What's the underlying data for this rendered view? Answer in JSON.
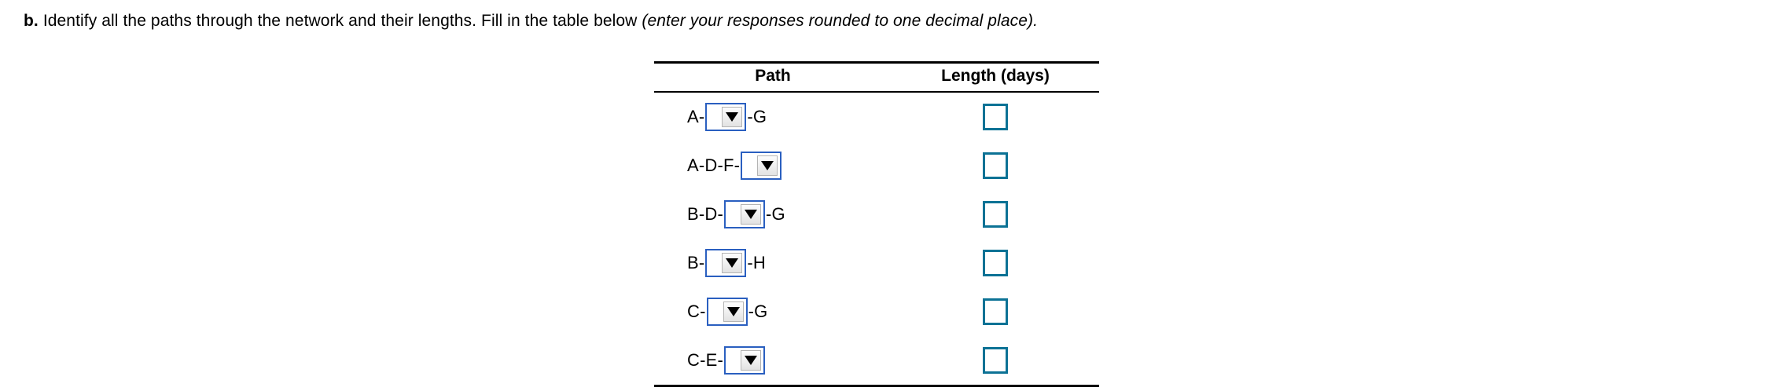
{
  "prompt": {
    "label": "b.",
    "text": "Identify all the paths through the network and their lengths. Fill in the table below",
    "note": "(enter your responses rounded to one decimal place)."
  },
  "table": {
    "headers": {
      "path": "Path",
      "length": "Length (days)"
    },
    "rows": [
      {
        "prefix": "A-",
        "select_value": "",
        "suffix": "-G",
        "length_value": ""
      },
      {
        "prefix": "A-D-F-",
        "select_value": "",
        "suffix": "",
        "length_value": ""
      },
      {
        "prefix": "B-D-",
        "select_value": "",
        "suffix": "-G",
        "length_value": ""
      },
      {
        "prefix": "B-",
        "select_value": "",
        "suffix": "-H",
        "length_value": ""
      },
      {
        "prefix": "C-",
        "select_value": "",
        "suffix": "-G",
        "length_value": ""
      },
      {
        "prefix": "C-E-",
        "select_value": "",
        "suffix": "",
        "length_value": ""
      }
    ]
  },
  "colors": {
    "select_border": "#2a5fc0",
    "input_border": "#0c7295",
    "rule": "#000000"
  }
}
